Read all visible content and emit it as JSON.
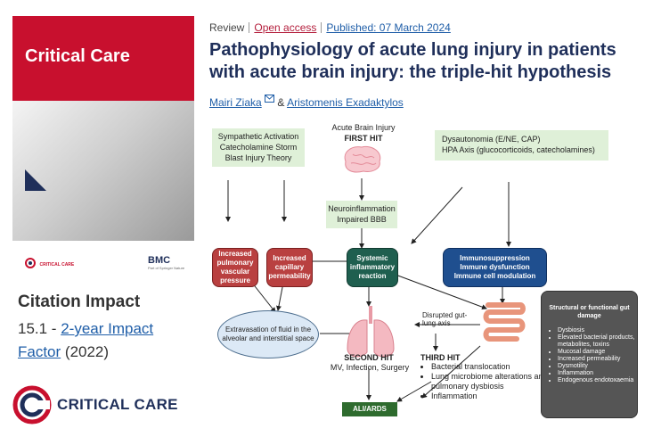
{
  "left": {
    "cover_title": "Critical Care",
    "small_logo": "CRITICAL CARE",
    "bmc_logo": "BMC",
    "bmc_sub": "Part of Springer Nature",
    "citation_title": "Citation Impact",
    "impact_value": "15.1 - ",
    "impact_link1": "2-year Impact",
    "impact_link2": "Factor",
    "impact_year": " (2022)",
    "brand_name": "CRITICAL CARE"
  },
  "header": {
    "type": "Review",
    "access": "Open access",
    "published": "Published: 07 March 2024",
    "title": "Pathophysiology of acute lung injury in patients with acute brain injury: the triple-hit hypothesis",
    "author1": "Mairi Ziaka",
    "amp": "&",
    "author2": "Aristomenis Exadaktylos"
  },
  "diagram": {
    "abi": "Acute Brain Injury",
    "first_hit": "FIRST HIT",
    "symp": [
      "Sympathetic Activation",
      "Catecholamine Storm",
      "Blast Injury Theory"
    ],
    "dys": [
      "Dysautonomia  (E/NE, CAP)",
      "HPA Axis  (glucocorticoids, catecholamines)"
    ],
    "neuro": [
      "Neuroinflammation",
      "Impaired BBB"
    ],
    "r1": "Increased pulmonary vascular pressure",
    "r2": "Increased capillary permeability",
    "systemic": "Systemic inflammatory reaction",
    "immuno": [
      "Immunosuppression",
      "Immune dysfunction",
      "Immune cell modulation"
    ],
    "extravasation": "Extravasation of fluid in the alveolar and interstitial space",
    "disrupted": "Disrupted gut-lung axis",
    "second_hit": "SECOND HIT",
    "second_sub": "MV, Infection, Surgery",
    "third_hit": "THIRD HIT",
    "third_items": [
      "Bacterial translocation",
      "Lung microbiome alterations and pulmonary dysbiosis",
      "Inflammation"
    ],
    "ali": "ALI/ARDS",
    "gut_title": "Structural or functional gut damage",
    "gut_items": [
      "Dysbiosis",
      "Elevated bacterial products, metabolites, toxins",
      "Mucosal damage",
      "Increased permeability",
      "Dysmotility",
      "Inflammation",
      "Endogenous endotoxaemia"
    ]
  },
  "colors": {
    "brand_red": "#c8102e",
    "navy": "#1f2f5a",
    "link_blue": "#1f5ea8",
    "green_box": "#dff0d8"
  },
  "icons": [
    "mail-icon",
    "brain-icon",
    "lungs-icon",
    "intestine-icon",
    "critical-care-logo-icon"
  ]
}
